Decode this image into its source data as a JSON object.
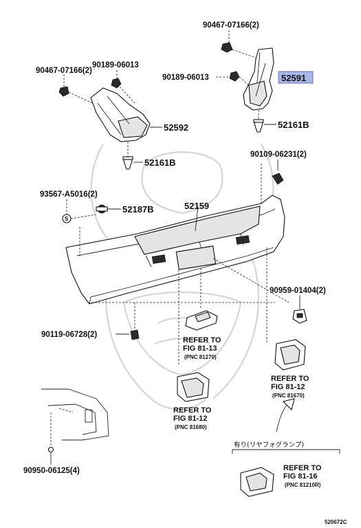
{
  "labels": {
    "p_90467_top": "90467-07166(2)",
    "p_90467_left": "90467-07166(2)",
    "p_90189_left": "90189-06013",
    "p_90189_right": "90189-06013",
    "p_52591": "52591",
    "p_52592": "52592",
    "p_52161b_right": "52161B",
    "p_52161b_left": "52161B",
    "p_90109": "90109-06231(2)",
    "p_93567": "93567-A5016(2)",
    "p_52187b": "52187B",
    "p_52159": "52159",
    "p_90959": "90959-01404(2)",
    "p_90119": "90119-06728(2)",
    "p_90950": "90950-06125(4)",
    "ref_81_13": {
      "l1": "REFER TO",
      "l2": "FIG 81-13",
      "l3": "(PNC 81270)"
    },
    "ref_81_12_right": {
      "l1": "REFER TO",
      "l2": "FIG 81-12",
      "l3": "(PNC 81670)"
    },
    "ref_81_12_left": {
      "l1": "REFER TO",
      "l2": "FIG 81-12",
      "l3": "(PNC 81680)"
    },
    "ref_81_16": {
      "l1": "REFER TO",
      "l2": "FIG 81-16",
      "l3": "(PNC 81210R)"
    },
    "option_note": "有り(リヤフォグランプ)",
    "s_mark": "S",
    "figure_code": "520672C"
  },
  "colors": {
    "highlight": "#a9b6e8",
    "line": "#111111",
    "watermark": "#d6d6d6"
  }
}
